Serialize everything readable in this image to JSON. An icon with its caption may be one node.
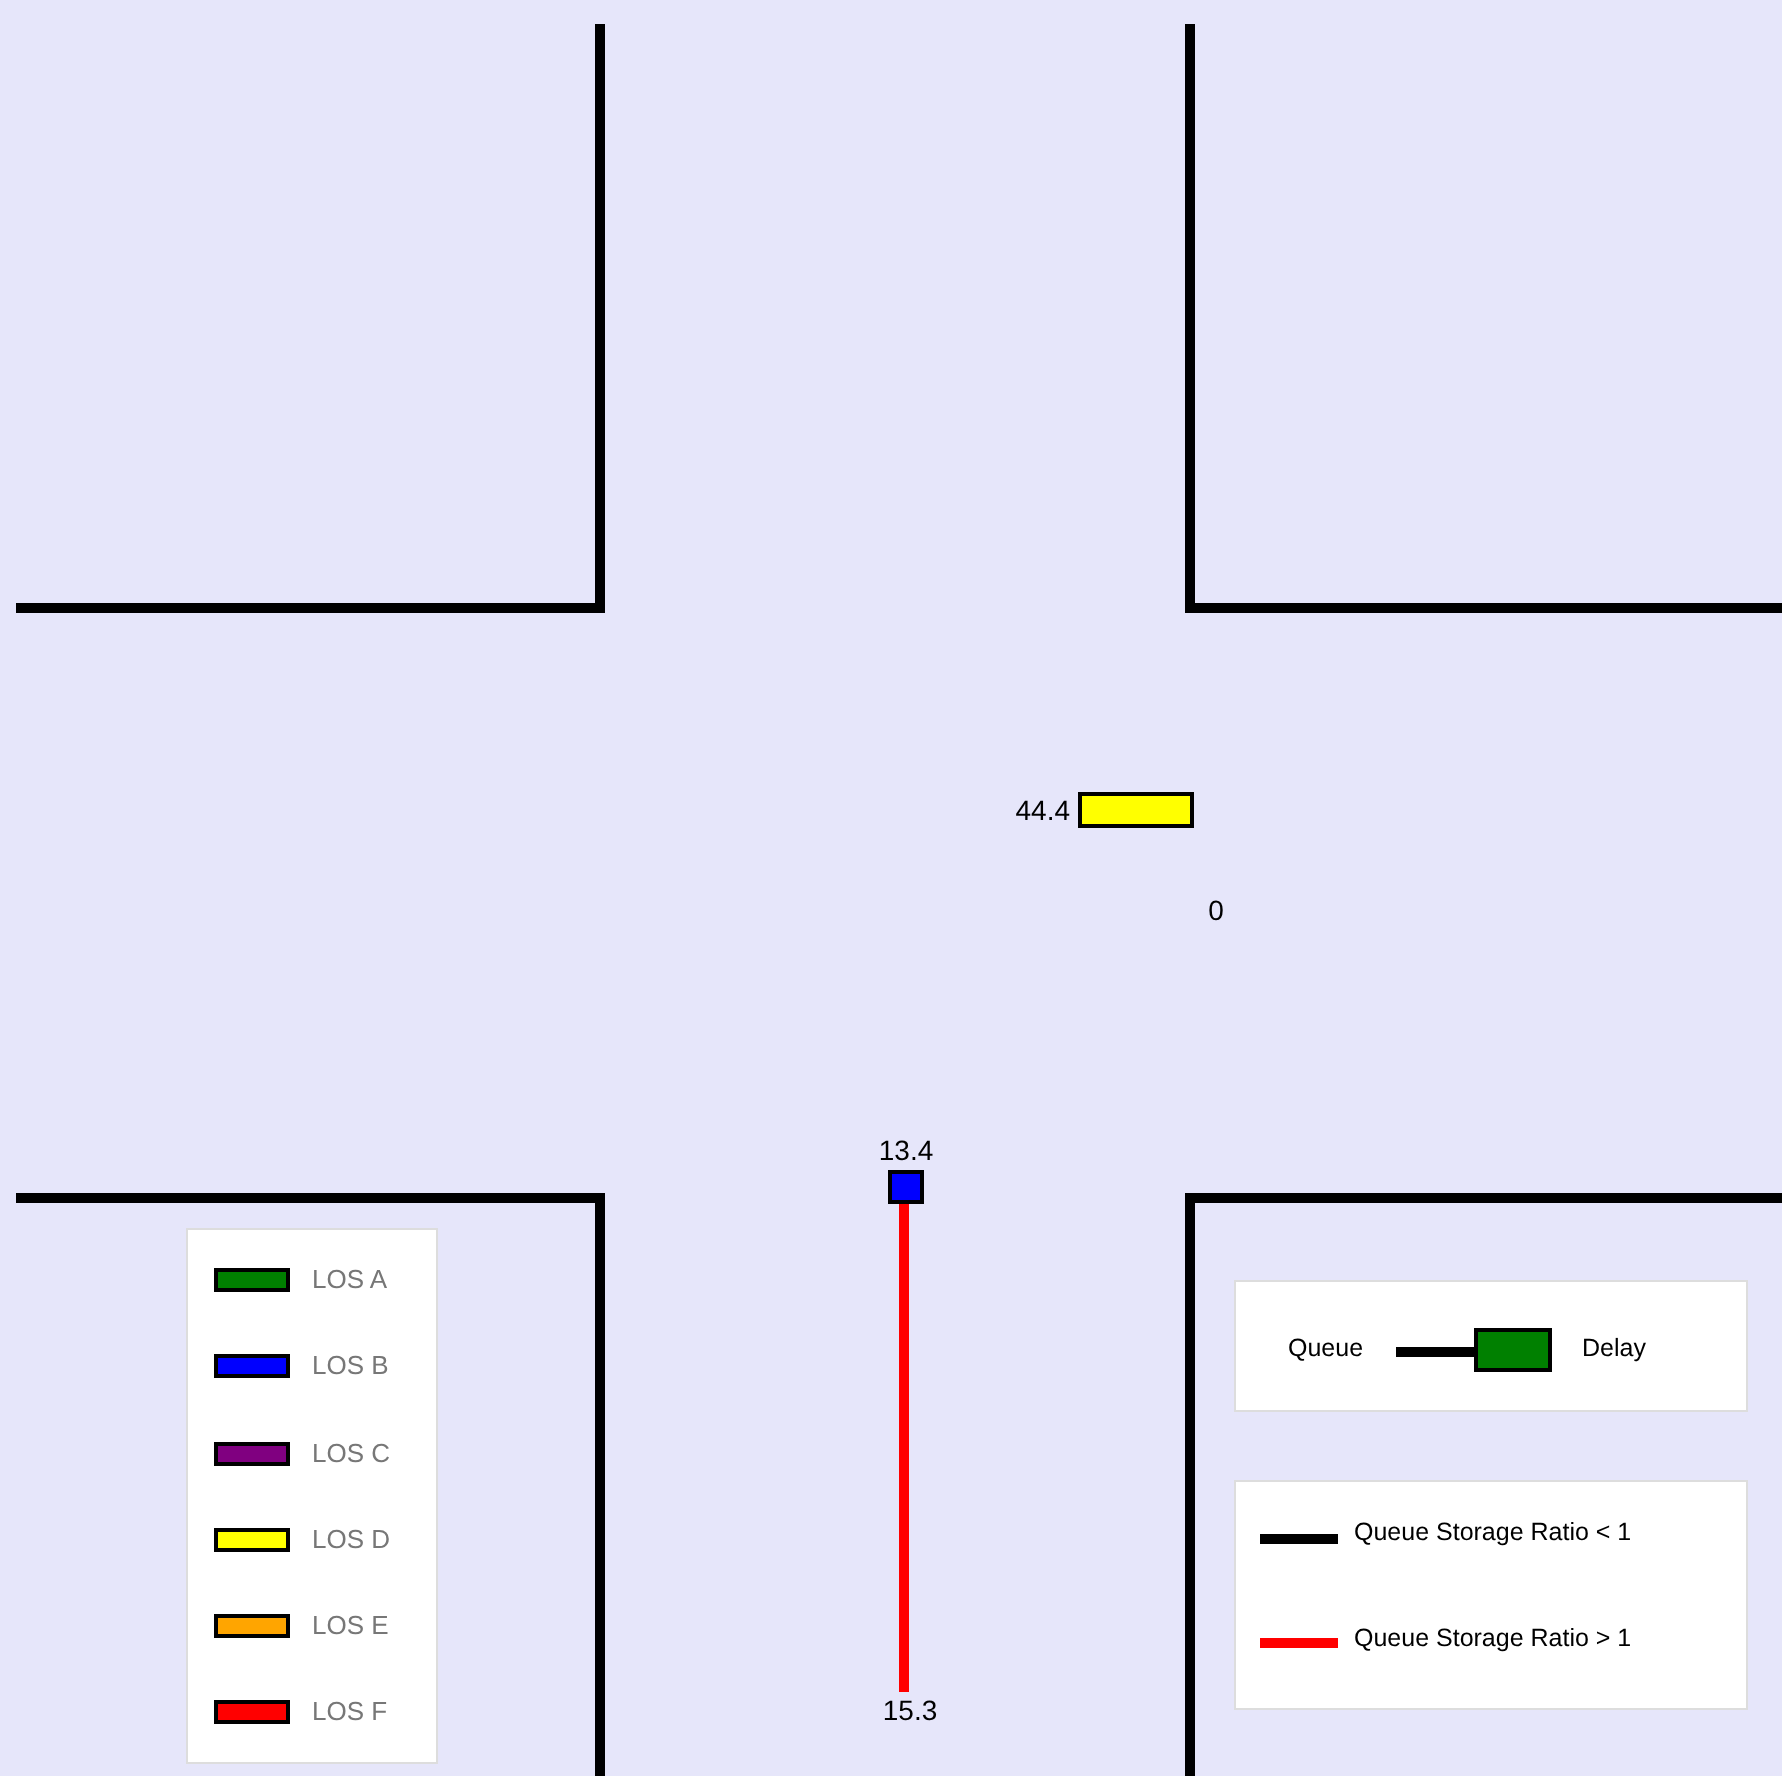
{
  "diagram": {
    "nodes": [
      {
        "text": [],
        "shape": "bar",
        "beside": [
          "44.4"
        ]
      },
      {
        "text": [],
        "shape": "bar",
        "beside": [
          "13.4"
        ]
      }
    ],
    "labels": [
      "0",
      "15.3"
    ],
    "legend": [
      {
        "text": "LOS A",
        "color": "#008000"
      },
      {
        "text": "LOS B",
        "color": "#0000ff"
      },
      {
        "text": "LOS C",
        "color": "#800080"
      },
      {
        "text": "LOS D",
        "color": "#ffff00"
      },
      {
        "text": "LOS E",
        "color": "#ffa500"
      },
      {
        "text": "LOS F",
        "color": "#ff0000"
      },
      {
        "text": "Queue"
      },
      {
        "text": "Delay"
      },
      {
        "text": "Queue Storage Ratio < 1"
      },
      {
        "text": "Queue Storage Ratio > 1"
      }
    ]
  }
}
